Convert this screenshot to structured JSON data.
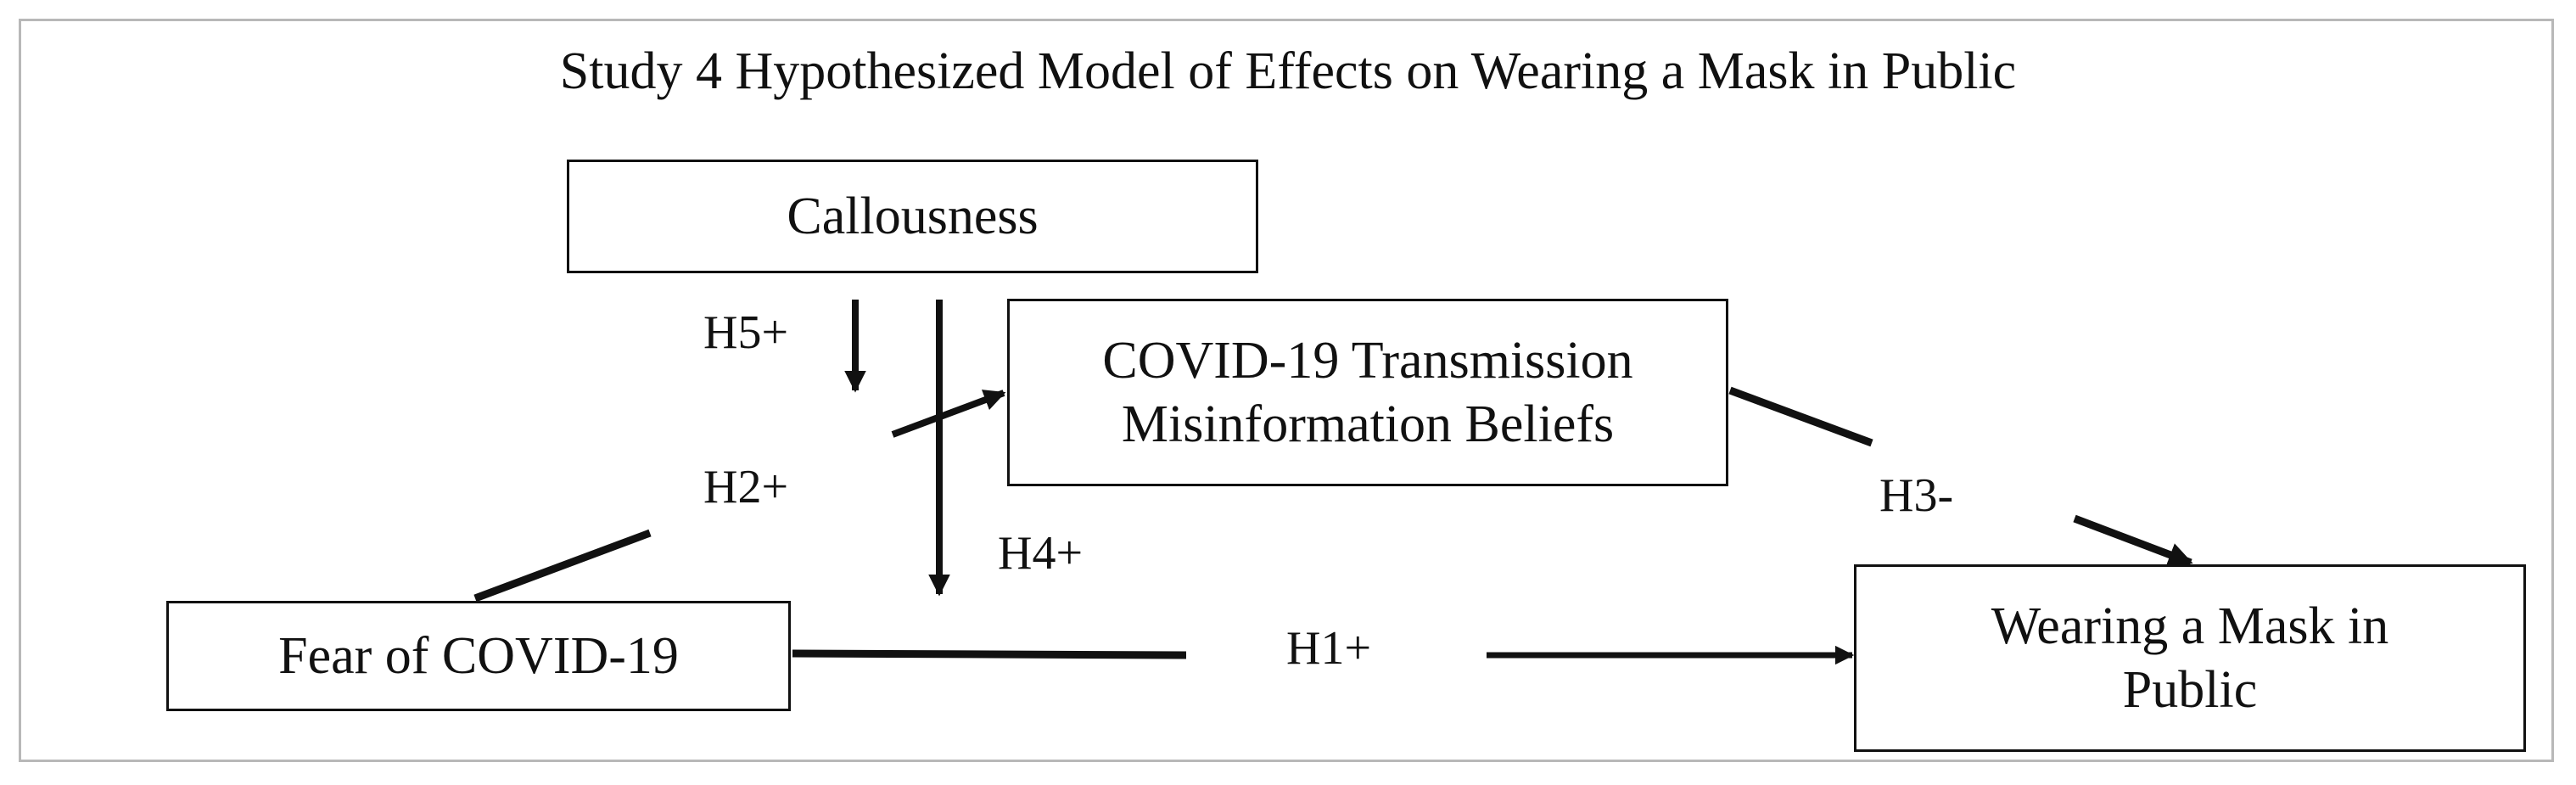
{
  "title": "Study 4 Hypothesized Model of Effects on Wearing a Mask in Public",
  "nodes": {
    "callousness": "Callousness",
    "misinfo_line1": "COVID-19 Transmission",
    "misinfo_line2": "Misinformation Beliefs",
    "fear": "Fear of COVID-19",
    "mask_line1": "Wearing a Mask in",
    "mask_line2": "Public"
  },
  "hypotheses": {
    "h1": "H1+",
    "h2": "H2+",
    "h3": "H3-",
    "h4": "H4+",
    "h5": "H5+"
  },
  "edges": [
    {
      "from": "Fear of COVID-19",
      "to": "Wearing a Mask in Public",
      "label": "H1+"
    },
    {
      "from": "Fear of COVID-19",
      "to": "COVID-19 Transmission Misinformation Beliefs",
      "label": "H2+"
    },
    {
      "from": "COVID-19 Transmission Misinformation Beliefs",
      "to": "Wearing a Mask in Public",
      "label": "H3-"
    },
    {
      "from": "Callousness",
      "to": "H1 path",
      "label": "H4+"
    },
    {
      "from": "Callousness",
      "to": "H2 path",
      "label": "H5+"
    }
  ],
  "colors": {
    "stroke": "#111111",
    "frame": "#b8b8b8",
    "background": "#ffffff"
  }
}
